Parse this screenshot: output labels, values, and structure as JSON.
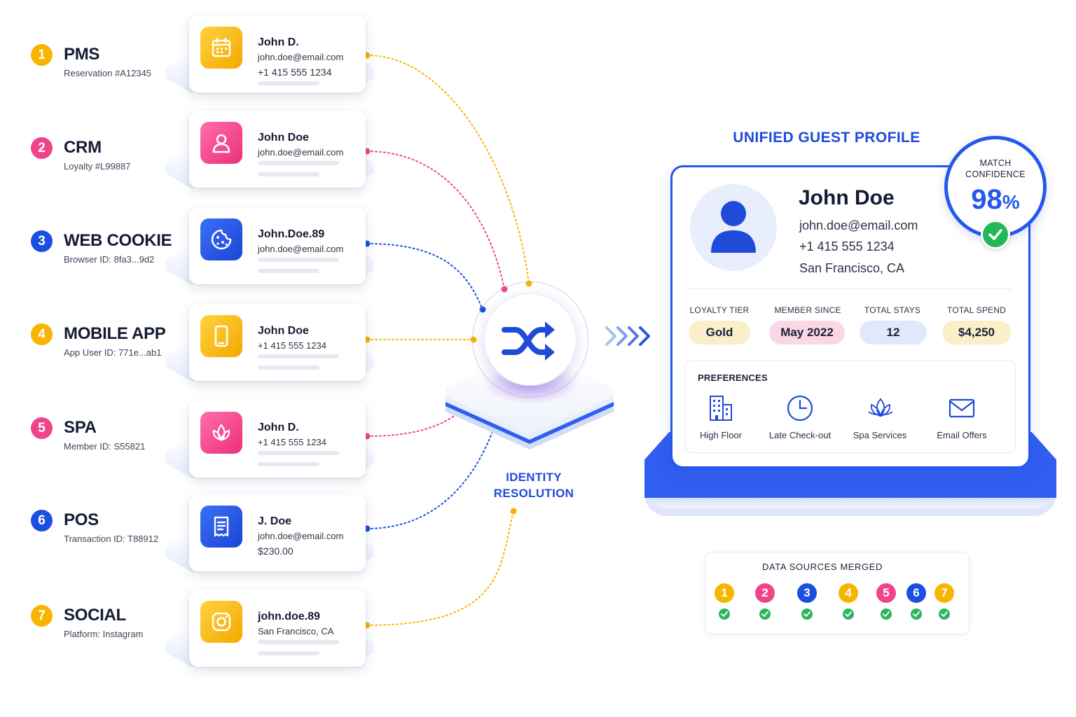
{
  "colors": {
    "accent": "#2457ec",
    "yellow": "#f7b500",
    "pink": "#f0448a",
    "blue": "#1c4fe0",
    "green": "#22b85a"
  },
  "sources": [
    {
      "num": "1",
      "name": "PMS",
      "sub": "Reservation #A12345",
      "icon": "calendar-icon",
      "color": "#f7b500",
      "line1": "John D.",
      "line2": "john.doe@email.com",
      "line3": "+1 415 555 1234"
    },
    {
      "num": "2",
      "name": "CRM",
      "sub": "Loyalty #L99887",
      "icon": "user-icon",
      "color": "#f0448a",
      "line1": "John Doe",
      "line2": "john.doe@email.com",
      "line3": ""
    },
    {
      "num": "3",
      "name": "WEB COOKIE",
      "sub": "Browser ID: 8fa3...9d2",
      "icon": "cookie-icon",
      "color": "#1c4fe0",
      "line1": "John.Doe.89",
      "line2": "john.doe@email.com",
      "line3": ""
    },
    {
      "num": "4",
      "name": "MOBILE APP",
      "sub": "App User ID: 771e...ab1",
      "icon": "smartphone-icon",
      "color": "#f7b500",
      "line1": "John Doe",
      "line2": "+1 415 555 1234",
      "line3": ""
    },
    {
      "num": "5",
      "name": "SPA",
      "sub": "Member ID: S55821",
      "icon": "lotus-icon",
      "color": "#f0448a",
      "line1": "John D.",
      "line2": "+1 415 555 1234",
      "line3": ""
    },
    {
      "num": "6",
      "name": "POS",
      "sub": "Transaction ID: T88912",
      "icon": "receipt-icon",
      "color": "#1c4fe0",
      "line1": "J. Doe",
      "line2": "john.doe@email.com",
      "line3": "$230.00"
    },
    {
      "num": "7",
      "name": "SOCIAL",
      "sub": "Platform: Instagram",
      "icon": "instagram-icon",
      "color": "#f7b500",
      "line1": "john.doe.89",
      "line2": "San Francisco, CA",
      "line3": ""
    }
  ],
  "hub": {
    "title_line1": "IDENTITY",
    "title_line2": "RESOLUTION",
    "icon": "shuffle-icon"
  },
  "profile": {
    "title": "UNIFIED GUEST PROFILE",
    "name": "John Doe",
    "email": "john.doe@email.com",
    "phone": "+1 415 555 1234",
    "location": "San Francisco, CA",
    "confidence_label_1": "MATCH",
    "confidence_label_2": "CONFIDENCE",
    "confidence_value": "98",
    "confidence_unit": "%",
    "stats": [
      {
        "label": "LOYALTY TIER",
        "value": "Gold",
        "color": "#fbefc9"
      },
      {
        "label": "MEMBER SINCE",
        "value": "May 2022",
        "color": "#fbd7e6"
      },
      {
        "label": "TOTAL STAYS",
        "value": "12",
        "color": "#e0e9fb"
      },
      {
        "label": "TOTAL SPEND",
        "value": "$4,250",
        "color": "#fbefc9"
      }
    ],
    "preferences_title": "PREFERENCES",
    "preferences": [
      {
        "label": "High Floor",
        "icon": "building-icon"
      },
      {
        "label": "Late Check-out",
        "icon": "clock-icon"
      },
      {
        "label": "Spa Services",
        "icon": "lotus-icon"
      },
      {
        "label": "Email Offers",
        "icon": "envelope-icon"
      }
    ]
  },
  "merged": {
    "title": "DATA SOURCES MERGED",
    "items": [
      "1",
      "2",
      "3",
      "4",
      "5",
      "6",
      "7"
    ]
  }
}
